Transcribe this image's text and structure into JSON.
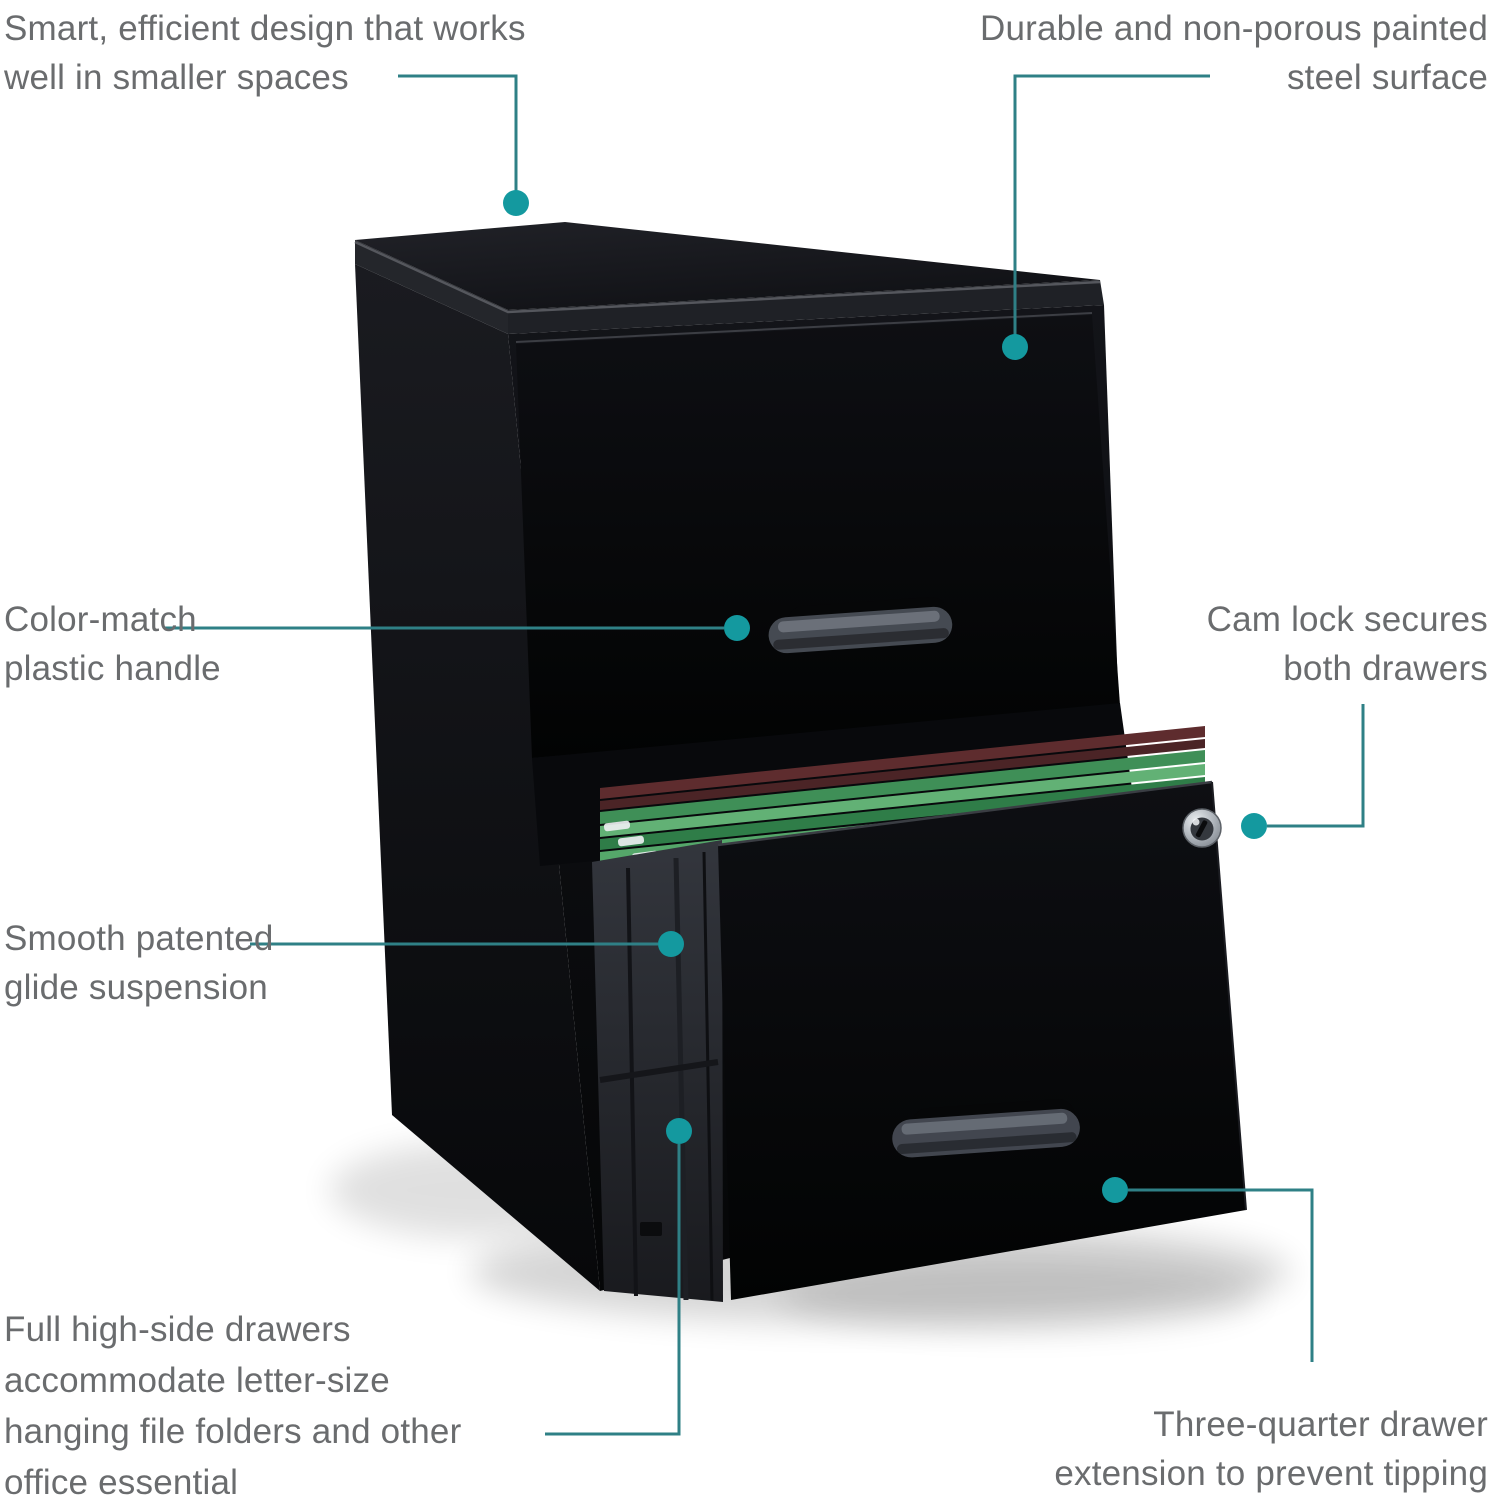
{
  "figure": {
    "subject": "Black two-drawer vertical file cabinet, bottom drawer open with hanging file folders",
    "background": "#ffffff"
  },
  "style": {
    "text_color": "#6a6c6e",
    "callout_line_color": "#2f8086",
    "callout_dot_color": "#14999f",
    "cabinet_black": "#0d0e11",
    "handle_gray": "#474c55",
    "lock_chrome": "#c9ced4",
    "folder_colors": [
      "#5e2c2e",
      "#3f8f57",
      "#62b175",
      "#2f7d48",
      "#e4773a",
      "#cd5f2b",
      "#2f6fb5",
      "#e2e6e9"
    ]
  },
  "annotations": {
    "smart_design": {
      "lines": [
        "Smart, efficient design that works",
        "well in smaller spaces"
      ]
    },
    "steel_surface": {
      "lines": [
        "Durable and non-porous painted",
        "steel surface"
      ]
    },
    "plastic_handle": {
      "lines": [
        "Color-match",
        "plastic handle"
      ]
    },
    "cam_lock": {
      "lines": [
        "Cam lock secures",
        "both drawers"
      ]
    },
    "glide_suspension": {
      "lines": [
        "Smooth patented",
        "glide suspension"
      ]
    },
    "high_side_drawers": {
      "lines": [
        "Full high-side drawers",
        "accommodate letter-size",
        "hanging file folders and other",
        "office essential"
      ]
    },
    "drawer_extension": {
      "lines": [
        "Three-quarter drawer",
        "extension to prevent tipping"
      ]
    }
  }
}
